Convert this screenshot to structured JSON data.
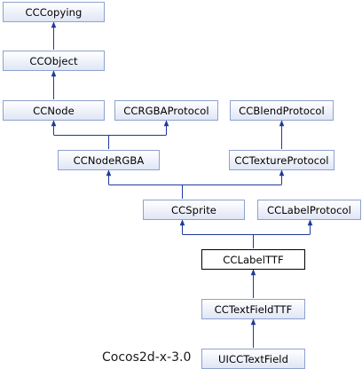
{
  "diagram": {
    "nodes": {
      "cccopying": "CCCopying",
      "ccobject": "CCObject",
      "ccnode": "CCNode",
      "ccrgbaprotocol": "CCRGBAProtocol",
      "ccblendprotocol": "CCBlendProtocol",
      "ccnodergba": "CCNodeRGBA",
      "cctextureprotocol": "CCTextureProtocol",
      "ccsprite": "CCSprite",
      "cclabelprotocol": "CCLabelProtocol",
      "cclabelttf": "CCLabelTTF",
      "cctextfieldttf": "CCTextFieldTTF",
      "uicctextfield": "UICCTextField"
    },
    "caption": "Cocos2d-x-3.0",
    "colors": {
      "edge": "#1f3a9a",
      "node_border": "#8ea1cf",
      "current_border": "#000000"
    }
  }
}
